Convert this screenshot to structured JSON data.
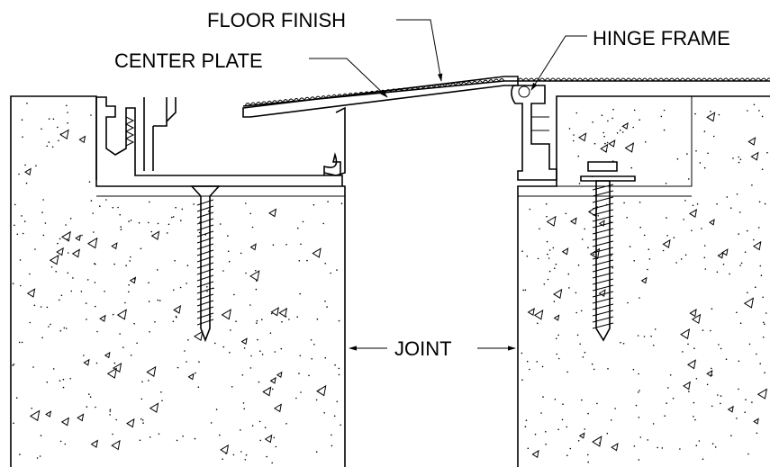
{
  "labels": {
    "floor_finish": "FLOOR FINISH",
    "center_plate": "CENTER PLATE",
    "hinge_frame": "HINGE FRAME",
    "joint": "JOINT"
  }
}
